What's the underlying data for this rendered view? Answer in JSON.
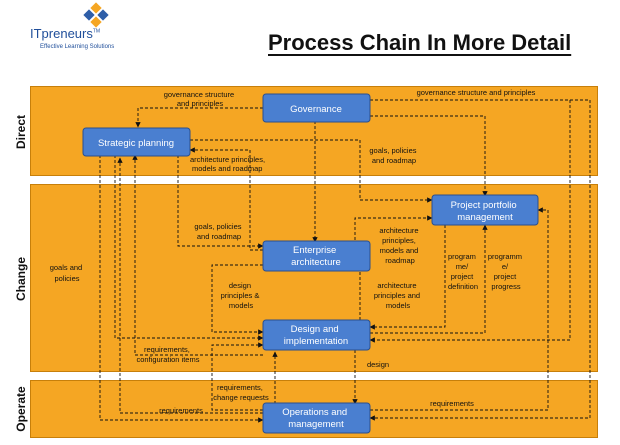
{
  "header": {
    "logo_text": "ITpreneurs",
    "logo_tm": "TM",
    "logo_sub": "Effective Learning Solutions",
    "title": "Process Chain In More Detail"
  },
  "bands": {
    "direct": "Direct",
    "change": "Change",
    "operate": "Operate"
  },
  "nodes": {
    "governance": [
      "Governance"
    ],
    "strategic": [
      "Strategic planning"
    ],
    "portfolio": [
      "Project portfolio",
      "management"
    ],
    "ea": [
      "Enterprise",
      "architecture"
    ],
    "design": [
      "Design and",
      "implementation"
    ],
    "ops": [
      "Operations and",
      "management"
    ]
  },
  "labels": {
    "gov_left": [
      "governance structure",
      "and principles"
    ],
    "gov_right": [
      "governance structure and principles"
    ],
    "goals_policies_roadmap_1": [
      "goals, policies",
      "and roadmap"
    ],
    "arch_models": [
      "architecture principles,",
      "models and roadmap"
    ],
    "goals_policies_roadmap_2": [
      "goals, policies",
      "and roadmap"
    ],
    "arch_principles_roadmap": [
      "architecture",
      "principles,",
      "models and",
      "roadmap"
    ],
    "goals_policies": [
      "goals and",
      "policies"
    ],
    "design_principles": [
      "design",
      "principles &",
      "models"
    ],
    "arch_principles_models": [
      "architecture",
      "principles and",
      "models"
    ],
    "program_definition": [
      "program",
      "me/",
      "project",
      "definition"
    ],
    "program_progress": [
      "programm",
      "e/",
      "project",
      "progress"
    ],
    "requirements_config": [
      "requirements,",
      "configuration items"
    ],
    "design_label": [
      "design"
    ],
    "requirements_change": [
      "requirements,",
      "change requests"
    ],
    "requirements_left": [
      "requirements"
    ],
    "requirements_right": [
      "requirements"
    ]
  }
}
